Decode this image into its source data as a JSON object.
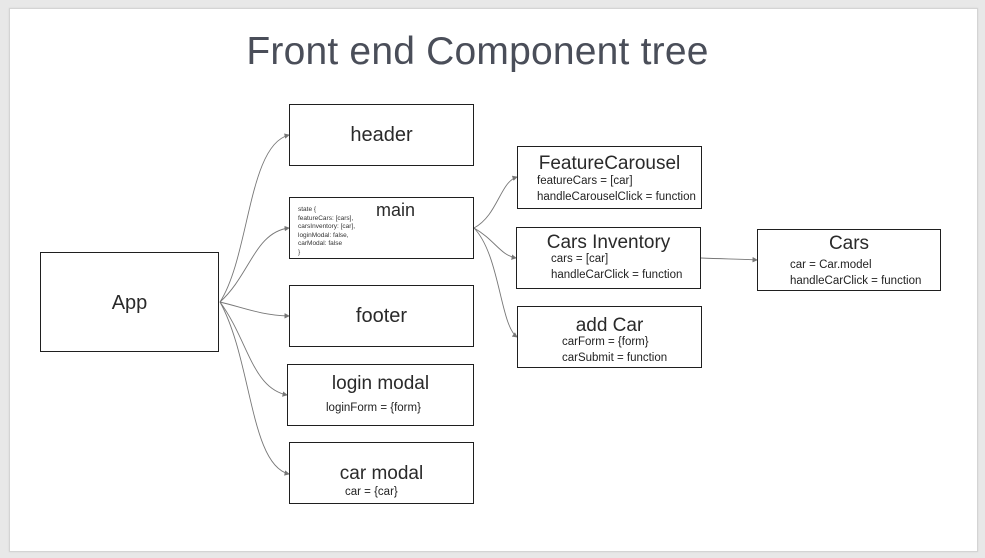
{
  "title": "Front end Component tree",
  "nodes": {
    "app": {
      "label": "App"
    },
    "header": {
      "label": "header"
    },
    "main": {
      "label": "main",
      "state": [
        "state {",
        "featureCars: [cars],",
        "carsInventory: [car],",
        "loginModal: false,",
        "carModal: false",
        "}"
      ]
    },
    "footer": {
      "label": "footer"
    },
    "login_modal": {
      "label": "login modal",
      "props": [
        "loginForm = {form}"
      ]
    },
    "car_modal": {
      "label": "car modal",
      "props": [
        "car = {car}"
      ]
    },
    "feature_carousel": {
      "label": "FeatureCarousel",
      "props": [
        "featureCars = [car]",
        "handleCarouselClick = function"
      ]
    },
    "cars_inventory": {
      "label": "Cars Inventory",
      "props": [
        "cars = [car]",
        "handleCarClick = function"
      ]
    },
    "add_car": {
      "label": "add Car",
      "props": [
        "carForm = {form}",
        "carSubmit = function"
      ]
    },
    "cars": {
      "label": "Cars",
      "props": [
        "car = Car.model",
        "handleCarClick = function"
      ]
    }
  },
  "colors": {
    "title": "#4a4e59",
    "box_border": "#1f1f1f",
    "edge": "#777777"
  }
}
